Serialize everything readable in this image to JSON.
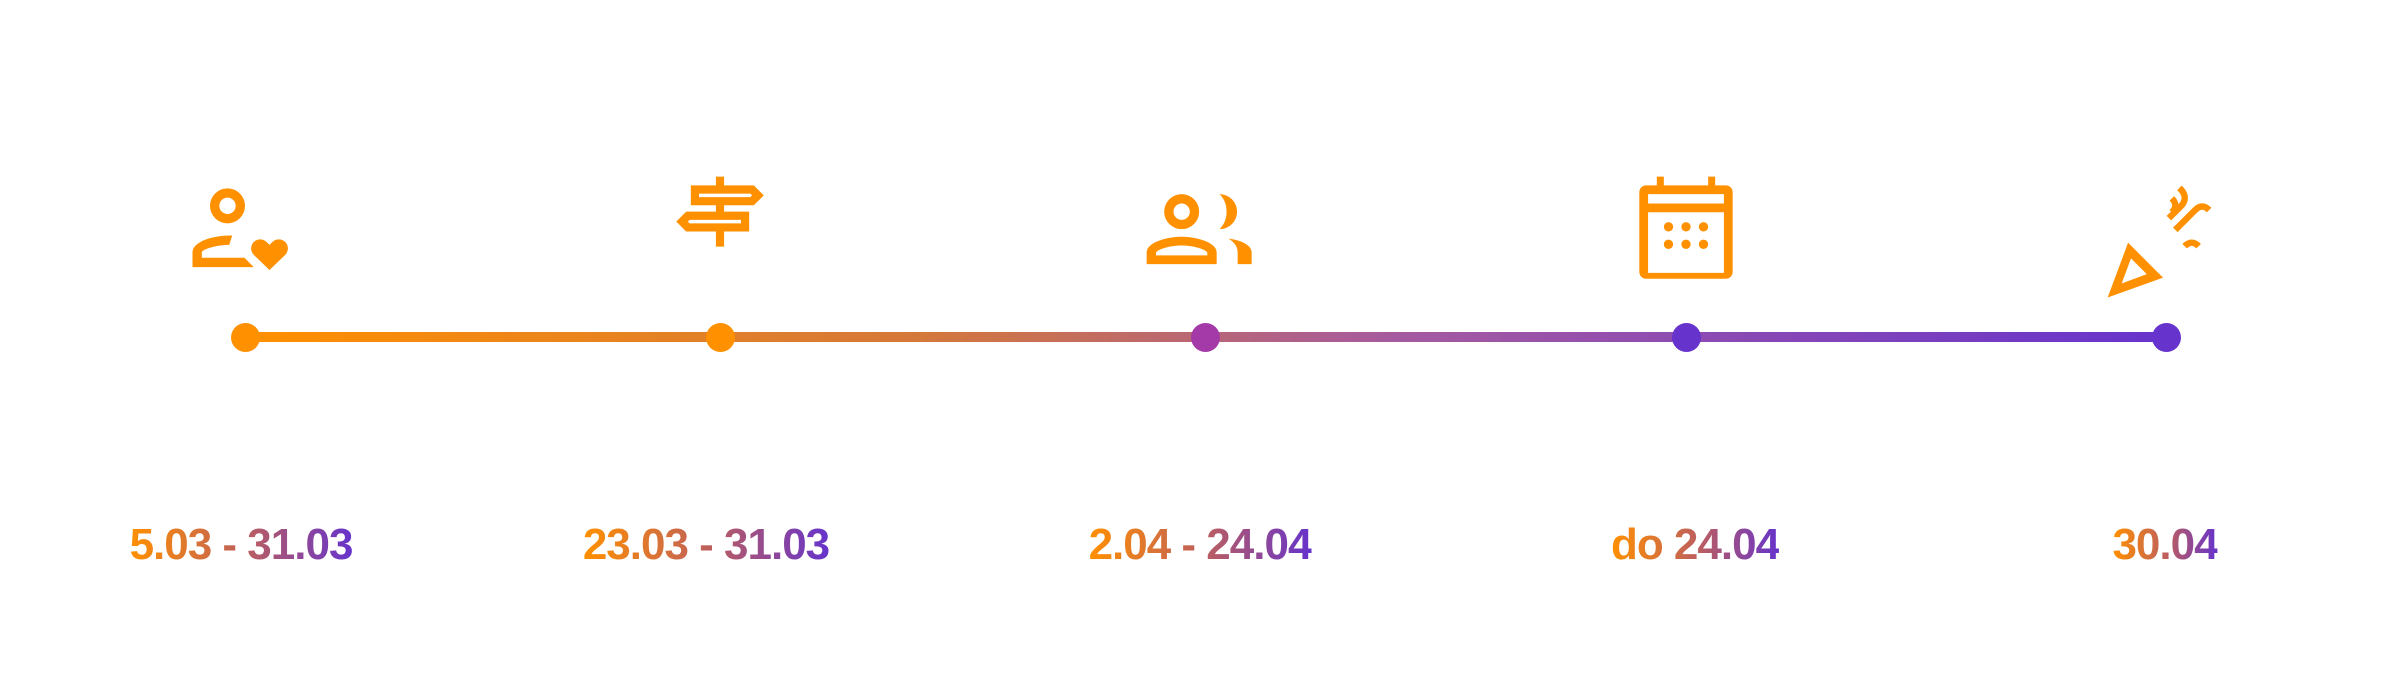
{
  "colors": {
    "start": "#ff9000",
    "mid": "#a43aa8",
    "end": "#6633cc"
  },
  "milestones": [
    {
      "icon": "person-heart-icon",
      "date": "5.03 - 31.03",
      "dot_color": "#ff9000"
    },
    {
      "icon": "signpost-icon",
      "date": "23.03 - 31.03",
      "dot_color": "#ff9000"
    },
    {
      "icon": "group-icon",
      "date": "2.04 - 24.04",
      "dot_color": "#a43aa8"
    },
    {
      "icon": "calendar-icon",
      "date": "do 24.04",
      "dot_color": "#6633cc"
    },
    {
      "icon": "celebration-icon",
      "date": "30.04",
      "dot_color": "#6633cc"
    }
  ]
}
